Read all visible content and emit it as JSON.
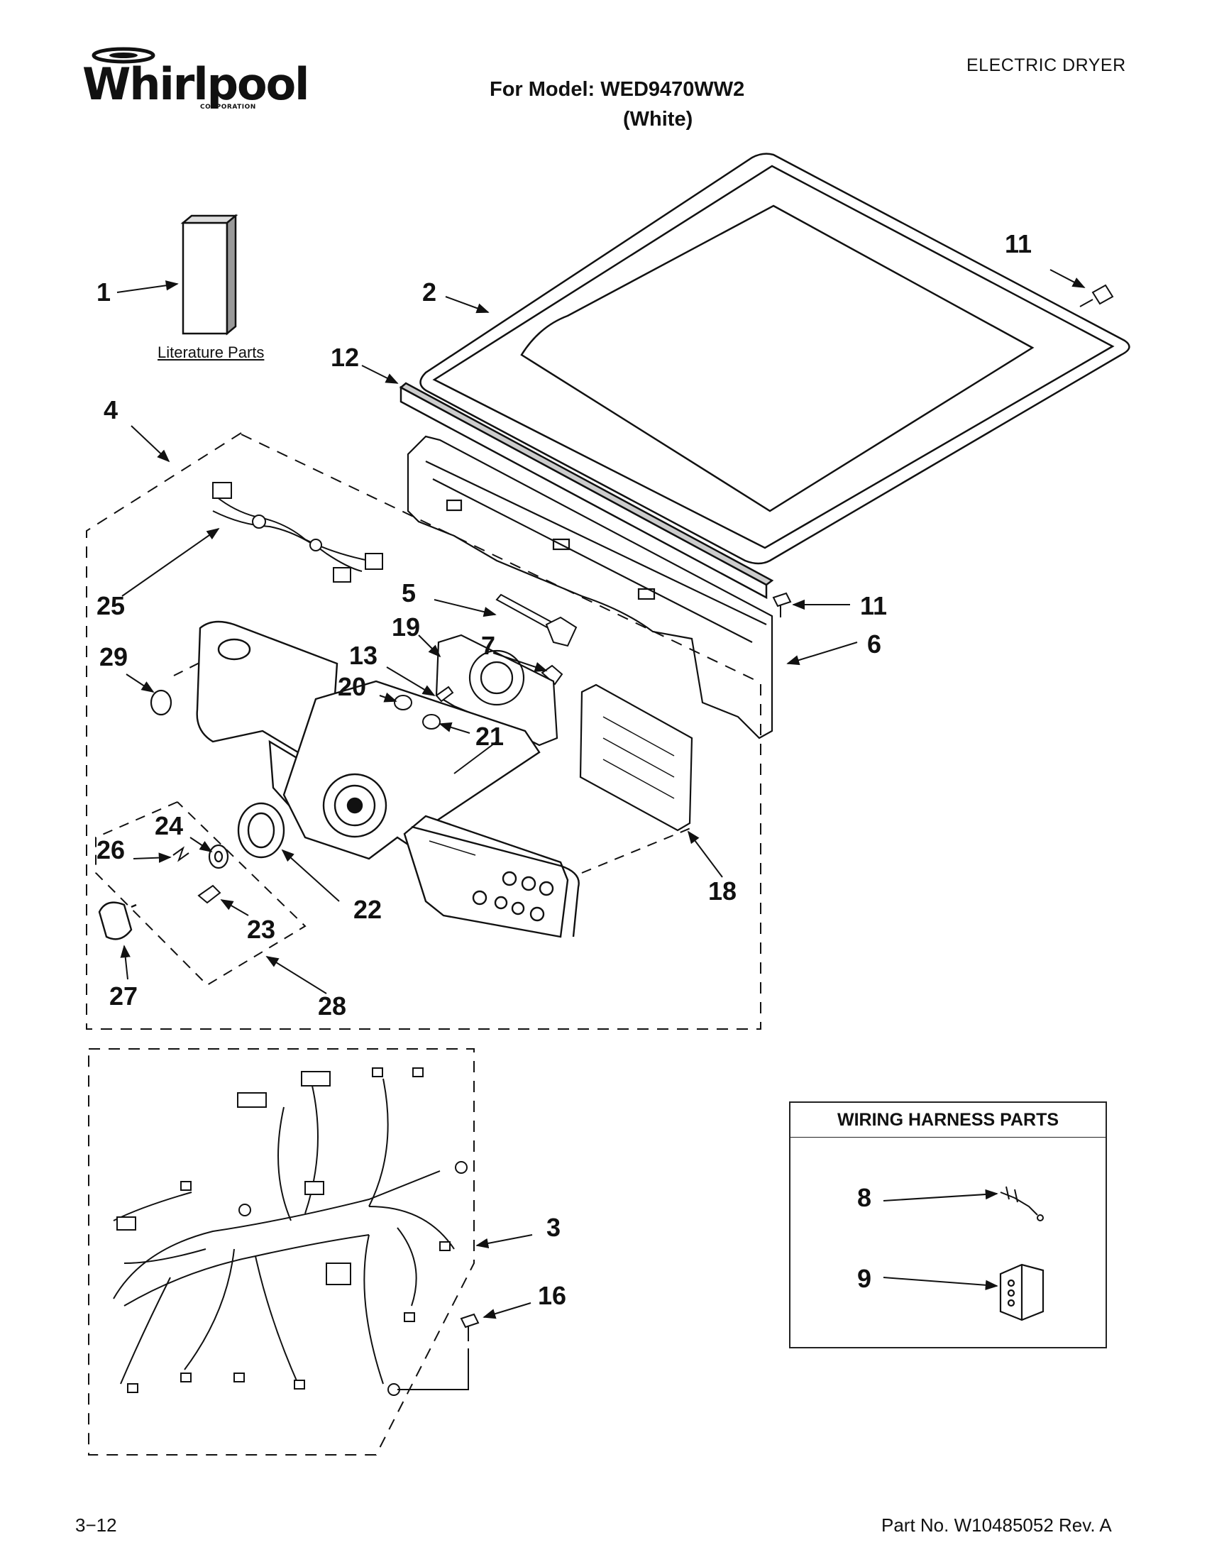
{
  "header": {
    "brand": "Whirlpool",
    "brand_sub": "CORPORATION",
    "product_type": "ELECTRIC DRYER",
    "model_line": "For Model: WED9470WW2",
    "color_line": "(White)"
  },
  "labels": {
    "literature_parts": "Literature Parts",
    "wiring_harness_parts": "WIRING HARNESS PARTS"
  },
  "callouts": {
    "c1": "1",
    "c2": "2",
    "c3": "3",
    "c4": "4",
    "c5": "5",
    "c6": "6",
    "c7": "7",
    "c8": "8",
    "c9": "9",
    "c11a": "11",
    "c11b": "11",
    "c12": "12",
    "c13": "13",
    "c16": "16",
    "c18": "18",
    "c19": "19",
    "c20": "20",
    "c21": "21",
    "c22": "22",
    "c23": "23",
    "c24": "24",
    "c25": "25",
    "c26": "26",
    "c27": "27",
    "c28": "28",
    "c29": "29"
  },
  "footer": {
    "page": "3−12",
    "part_no": "Part No. W10485052 Rev. A"
  }
}
